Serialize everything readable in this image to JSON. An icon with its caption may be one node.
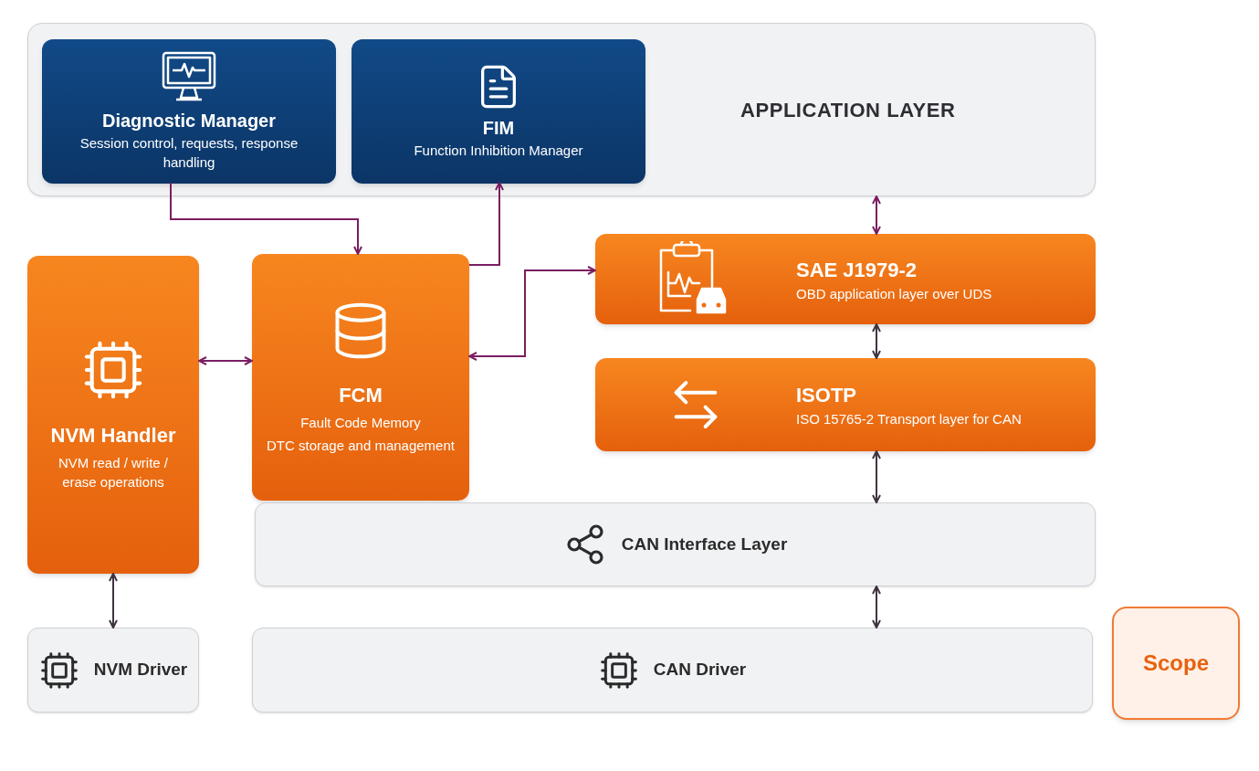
{
  "diagram": {
    "nodes": [
      {
        "text": [
          "APPLICATION LAYER"
        ]
      },
      {
        "text": [
          "Diagnostic Manager",
          "Session control, requests, response handling"
        ],
        "in": 0
      },
      {
        "text": [
          "FIM",
          "Function Inhibition Manager"
        ],
        "in": 0
      },
      {
        "text": [
          "NVM Handler",
          "NVM read / write / erase operations"
        ]
      },
      {
        "text": [
          "FCM",
          "Fault Code Memory",
          "DTC storage and management"
        ]
      },
      {
        "text": [
          "SAE J1979-2",
          "OBD application layer over UDS"
        ]
      },
      {
        "text": [
          "ISOTP",
          "ISO 15765-2 Transport layer for CAN"
        ]
      },
      {
        "text": [
          "CAN Interface Layer"
        ]
      },
      {
        "text": [
          "NVM Driver"
        ]
      },
      {
        "text": [
          "CAN Driver"
        ]
      },
      {
        "text": [
          "Scope"
        ]
      }
    ],
    "edges": [
      {
        "from": 1,
        "to": 4,
        "arrow": "to"
      },
      {
        "from": 4,
        "to": 2,
        "arrow": "to"
      },
      {
        "from": 3,
        "to": 4,
        "arrow": "both"
      },
      {
        "from": 4,
        "to": 5,
        "arrow": "both"
      },
      {
        "from": 0,
        "to": 5,
        "arrow": "both"
      },
      {
        "from": 5,
        "to": 6,
        "arrow": "both",
        "color": "#3f3340"
      },
      {
        "from": 6,
        "to": 7,
        "arrow": "both",
        "color": "#3f3340"
      },
      {
        "from": 7,
        "to": 9,
        "arrow": "both",
        "color": "#3f3340"
      },
      {
        "from": 3,
        "to": 8,
        "arrow": "both",
        "color": "#3f3340"
      }
    ]
  }
}
